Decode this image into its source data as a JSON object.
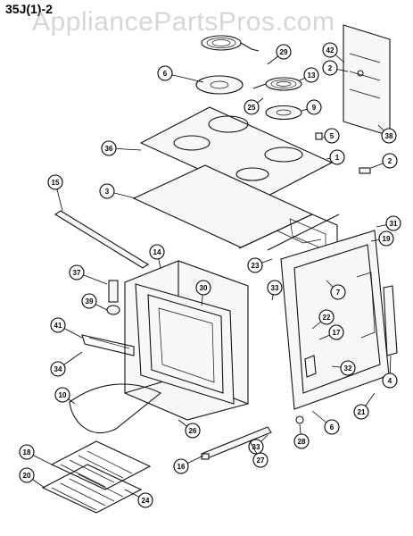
{
  "title": "35J(1)-2",
  "watermark": "AppliancePartsPros.com",
  "callouts": [
    {
      "id": "surface-element-large",
      "label": "6"
    },
    {
      "id": "wire-29",
      "label": "29"
    },
    {
      "id": "element-13",
      "label": "13"
    },
    {
      "id": "part-25",
      "label": "25"
    },
    {
      "id": "drip-pan-9",
      "label": "9"
    },
    {
      "id": "part-42",
      "label": "42"
    },
    {
      "id": "part-2-top",
      "label": "2"
    },
    {
      "id": "part-38",
      "label": "38"
    },
    {
      "id": "cooktop-36",
      "label": "36"
    },
    {
      "id": "part-5",
      "label": "5"
    },
    {
      "id": "part-1",
      "label": "1"
    },
    {
      "id": "part-2-mid",
      "label": "2"
    },
    {
      "id": "part-15",
      "label": "15"
    },
    {
      "id": "part-3",
      "label": "3"
    },
    {
      "id": "part-31",
      "label": "31"
    },
    {
      "id": "part-19",
      "label": "19"
    },
    {
      "id": "part-14",
      "label": "14"
    },
    {
      "id": "part-23",
      "label": "23"
    },
    {
      "id": "part-7",
      "label": "7"
    },
    {
      "id": "part-37",
      "label": "37"
    },
    {
      "id": "part-30",
      "label": "30"
    },
    {
      "id": "part-33-top",
      "label": "33"
    },
    {
      "id": "part-39",
      "label": "39"
    },
    {
      "id": "part-22",
      "label": "22"
    },
    {
      "id": "part-41",
      "label": "41"
    },
    {
      "id": "part-17",
      "label": "17"
    },
    {
      "id": "part-34",
      "label": "34"
    },
    {
      "id": "part-32",
      "label": "32"
    },
    {
      "id": "part-4",
      "label": "4"
    },
    {
      "id": "part-10",
      "label": "10"
    },
    {
      "id": "part-6",
      "label": "6"
    },
    {
      "id": "part-21",
      "label": "21"
    },
    {
      "id": "part-26",
      "label": "26"
    },
    {
      "id": "part-28",
      "label": "28"
    },
    {
      "id": "part-33-bottom",
      "label": "33"
    },
    {
      "id": "part-18",
      "label": "18"
    },
    {
      "id": "part-27",
      "label": "27"
    },
    {
      "id": "part-16",
      "label": "16"
    },
    {
      "id": "part-20",
      "label": "20"
    },
    {
      "id": "part-24",
      "label": "24"
    }
  ]
}
